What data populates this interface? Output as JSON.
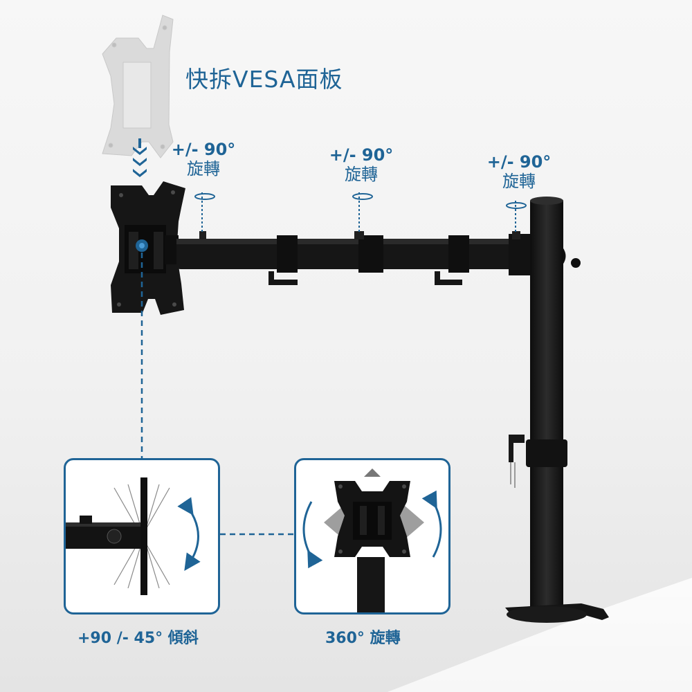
{
  "title": "快拆VESA面板",
  "rotations": [
    {
      "angle": "+/- 90°",
      "label": "旋轉"
    },
    {
      "angle": "+/- 90°",
      "label": "旋轉"
    },
    {
      "angle": "+/- 90°",
      "label": "旋轉"
    }
  ],
  "captions": {
    "tilt": "+90 /- 45° 傾斜",
    "swivel": "360° 旋轉"
  },
  "colors": {
    "accent": "#1f6496",
    "metal": "#1a1a1a",
    "ghost_plate": "#d8d8d8",
    "background": "#f4f4f4"
  }
}
